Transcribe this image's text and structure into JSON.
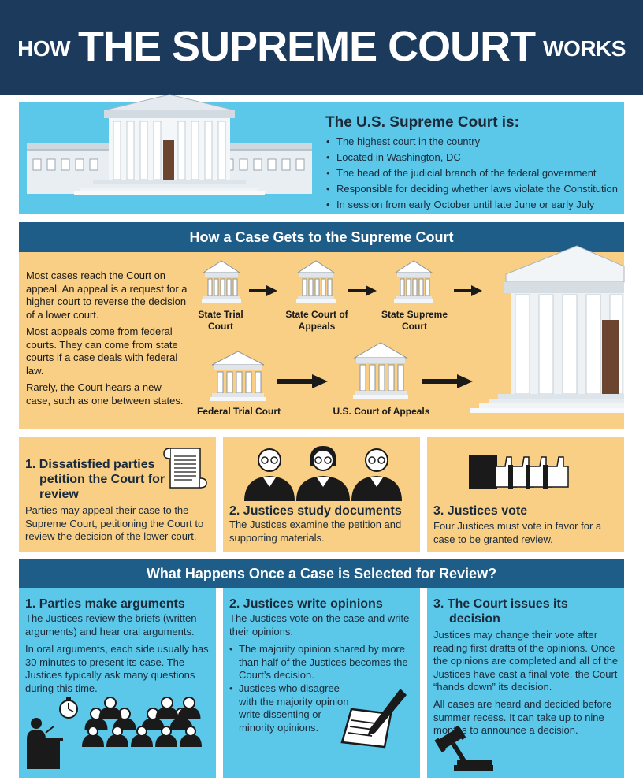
{
  "header": {
    "how": "HOW",
    "main": "THE SUPREME COURT",
    "works": "WORKS"
  },
  "intro": {
    "title": "The U.S. Supreme Court is:",
    "items": [
      "The highest court in the country",
      "Located in Washington, DC",
      "The head of the judicial branch of the federal government",
      "Responsible for deciding whether laws violate the Constitution",
      "In session from early October until late June or early July"
    ]
  },
  "path": {
    "title": "How a Case Gets to the Supreme Court",
    "p1": "Most cases reach the Court on appeal. An appeal is a request for a higher court to reverse the decision of a lower court.",
    "p2": "Most appeals come from federal courts. They can come from state courts if a case deals with federal law.",
    "p3": "Rarely, the Court hears a new case, such as one between states.",
    "courts": {
      "state_trial": "State Trial Court",
      "state_appeals": "State Court of Appeals",
      "state_supreme": "State Supreme Court",
      "federal_trial": "Federal Trial Court",
      "us_appeals": "U.S. Court of Appeals"
    }
  },
  "steps": {
    "s1_title": "1. Dissatisfied parties petition the Court for review",
    "s1_text": "Parties may appeal their case to the Supreme Court, petitioning the Court to review the decision of the lower court.",
    "s2_title": "2. Justices study documents",
    "s2_text": "The Justices examine the petition and supporting materials.",
    "s3_title": "3. Justices vote",
    "s3_text": "Four Justices must vote in favor for a case to be granted review."
  },
  "review": {
    "title": "What Happens Once a Case is Selected for Review?",
    "c1_title": "1. Parties make arguments",
    "c1_p1": "The Justices review the briefs (written arguments) and hear oral arguments.",
    "c1_p2": "In oral arguments, each side usually has 30 minutes to present its case. The Justices typically ask many questions during this time.",
    "c2_title": "2. Justices write opinions",
    "c2_p1": "The Justices vote on the case and write their opinions.",
    "c2_b1": "The majority opinion shared by more than half of the Justices becomes the Court’s decision.",
    "c2_b2": "Justices who disagree with the majority opinion write dissenting or minority opinions.",
    "c3_title": "3. The Court issues its decision",
    "c3_p1": "Justices may change their vote after reading first drafts of the opinions. Once the opinions are completed and all of the Justices have cast a final vote, the Court “hands down” its decision.",
    "c3_p2": "All cases are heard and decided before summer recess. It can take up to nine months to announce a decision."
  },
  "colors": {
    "navy": "#1b3a5c",
    "sky": "#5bc8ea",
    "tan": "#f8cf85",
    "bar": "#1e5d88"
  }
}
